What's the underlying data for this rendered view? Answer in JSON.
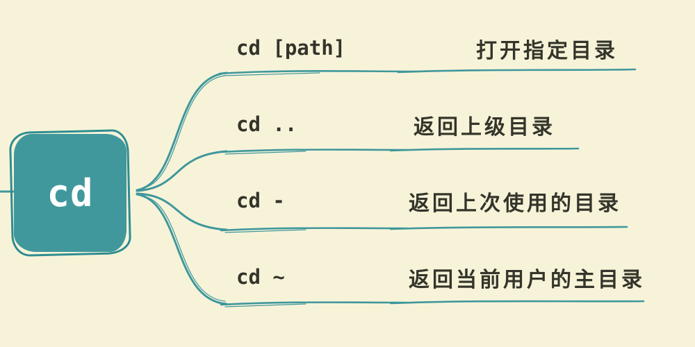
{
  "diagram": {
    "type": "mindmap",
    "root": {
      "label": "cd"
    },
    "branches": [
      {
        "command": "cd [path]",
        "description": "打开指定目录"
      },
      {
        "command": "cd ..",
        "description": "返回上级目录"
      },
      {
        "command": "cd -",
        "description": "返回上次使用的目录"
      },
      {
        "command": "cd ~",
        "description": "返回当前用户的主目录"
      }
    ],
    "colors": {
      "background": "#f7f3d9",
      "branch_line": "#3f979b",
      "node_fill": "#40989c",
      "node_border": "#2e8d91",
      "node_text": "#ffffff",
      "label_text": "#34342a"
    }
  }
}
